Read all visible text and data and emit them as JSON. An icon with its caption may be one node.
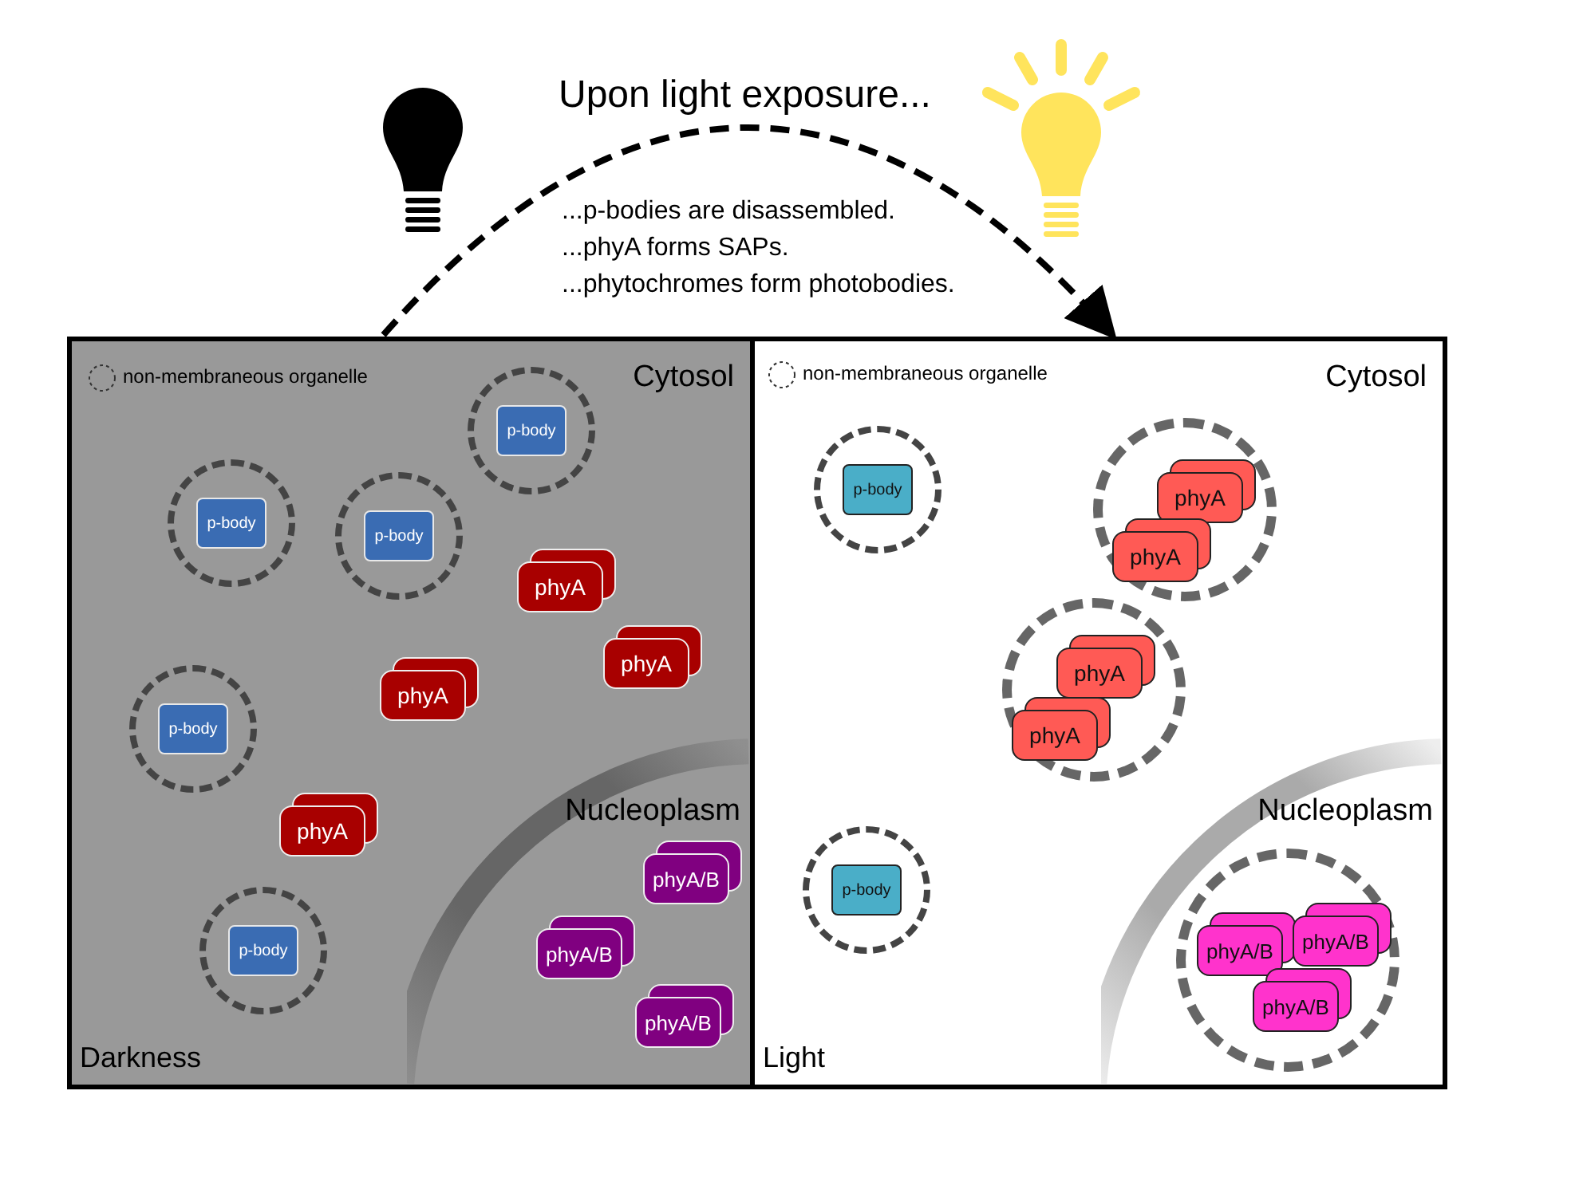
{
  "diagram": {
    "title": "Upon light exposure...",
    "nodes": [
      {
        "text": [
          "Cytosol",
          "Darkness"
        ]
      },
      {
        "text": [],
        "shape": "circle",
        "in": 0
      },
      {
        "text": [
          "p-body"
        ],
        "in": 1
      },
      {
        "text": [],
        "shape": "circle",
        "in": 0
      },
      {
        "text": [
          "p-body"
        ],
        "in": 3
      },
      {
        "text": [],
        "shape": "circle",
        "in": 0
      },
      {
        "text": [
          "p-body"
        ],
        "in": 5
      },
      {
        "text": [
          "phyA"
        ],
        "in": 0
      },
      {
        "text": [
          "phyA"
        ],
        "in": 0
      },
      {
        "text": [
          "phyA"
        ],
        "in": 0
      },
      {
        "text": [],
        "shape": "circle",
        "in": 0
      },
      {
        "text": [
          "p-body"
        ],
        "in": 10
      },
      {
        "text": [
          "phyA"
        ],
        "in": 0
      },
      {
        "text": [
          "Nucleoplasm"
        ],
        "in": 0
      },
      {
        "text": [
          "phyA/B"
        ],
        "in": 13
      },
      {
        "text": [
          "phyA/B"
        ],
        "in": 13
      },
      {
        "text": [],
        "shape": "circle",
        "in": 0
      },
      {
        "text": [
          "p-body"
        ],
        "in": 16
      },
      {
        "text": [
          "phyA/B"
        ],
        "in": 13
      },
      {
        "text": [
          "Cytosol",
          "Light"
        ]
      },
      {
        "text": [],
        "shape": "circle",
        "in": 19
      },
      {
        "text": [
          "p-body"
        ],
        "in": 20
      },
      {
        "text": [],
        "shape": "circle",
        "in": 19
      },
      {
        "text": [
          "phyA"
        ],
        "in": 22
      },
      {
        "text": [
          "phyA"
        ],
        "in": 22
      },
      {
        "text": [],
        "shape": "circle",
        "in": 19
      },
      {
        "text": [
          "phyA"
        ],
        "in": 25
      },
      {
        "text": [
          "phyA"
        ],
        "in": 25
      },
      {
        "text": [
          "Nucleoplasm"
        ],
        "in": 19
      },
      {
        "text": [],
        "shape": "circle",
        "in": 28
      },
      {
        "text": [
          "phyA/B"
        ],
        "in": 29
      },
      {
        "text": [
          "phyA/B"
        ],
        "in": 29
      },
      {
        "text": [
          "phyA/B"
        ],
        "in": 29
      },
      {
        "text": [],
        "shape": "circle",
        "in": 19
      },
      {
        "text": [
          "p-body"
        ],
        "in": 33
      }
    ],
    "edges": [
      {
        "from": 0,
        "to": 19,
        "arrow": "to",
        "style": "dashed"
      }
    ],
    "labels": [
      "...p-bodies are disassembled.",
      "...phyA forms SAPs.",
      "...phytochromes form photobodies."
    ],
    "legend": [
      {
        "text": "non-membraneous organelle"
      },
      {
        "text": "non-membraneous organelle"
      }
    ]
  }
}
